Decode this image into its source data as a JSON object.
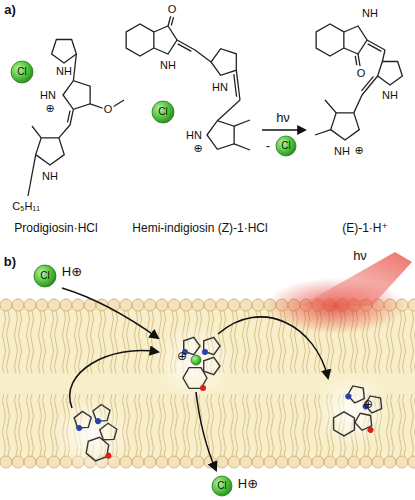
{
  "diagram": {
    "labels": [
      "a)",
      "NH",
      "Cl",
      "HN",
      "⊕",
      "O",
      "NH",
      "C₅H₁₁",
      "Prodigiosin·HCl",
      "O",
      "NH",
      "Cl",
      "HN",
      "HN",
      "⊕",
      "Hemi-indigiosin (Z)-1·HCl",
      "hν",
      "-",
      "Cl",
      "O",
      "NH",
      "NH",
      "NH",
      "⊕",
      "(E)-1·H⁺",
      "b)",
      "Cl",
      "H⊕",
      "hν",
      "⊕",
      "⊕",
      "Cl",
      "H⊕"
    ]
  }
}
